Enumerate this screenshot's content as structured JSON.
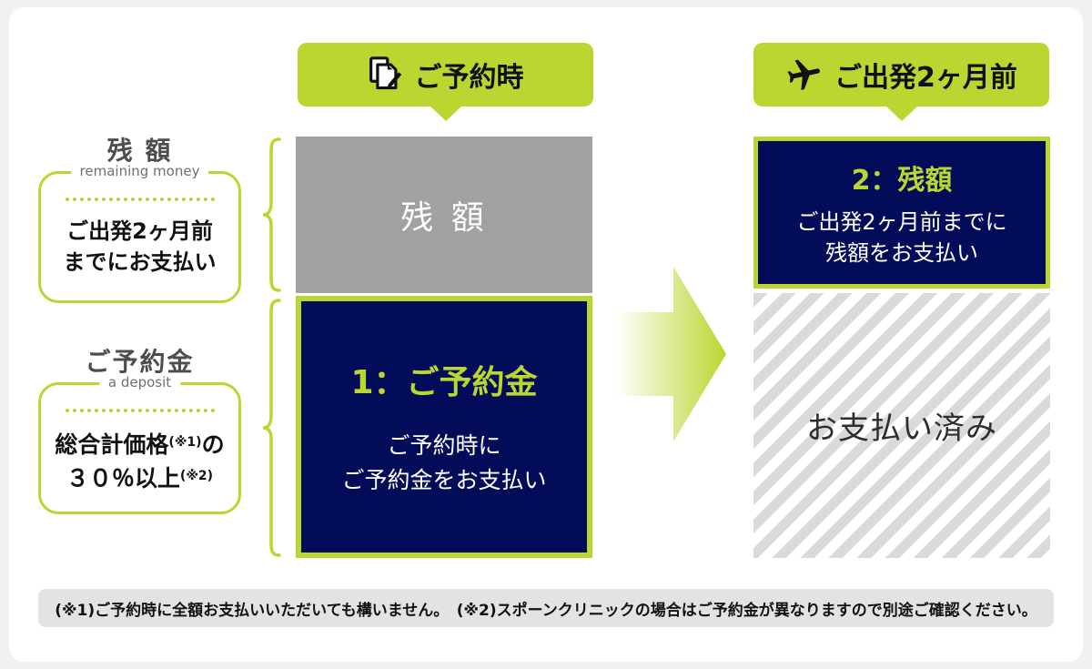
{
  "headers": {
    "booking_label": "ご予約時",
    "departure_label": "ご出発2ヶ月前"
  },
  "remaining_note": {
    "title": "残 額",
    "subtitle": "remaining money",
    "line1": "ご出発2ヶ月前",
    "line2": "までにお支払い"
  },
  "deposit_note": {
    "title": "ご予約金",
    "subtitle": "a deposit",
    "line1_main": "総合計価格",
    "line1_sup": "(※1)",
    "line1_tail": "の",
    "line2_main": "３０％以上",
    "line2_sup": "(※2)"
  },
  "booking_column": {
    "remaining_label": "残 額",
    "deposit_title": "1：ご予約金",
    "deposit_line1": "ご予約時に",
    "deposit_line2": "ご予約金をお支払い"
  },
  "departure_column": {
    "balance_title": "2：残額",
    "balance_line1": "ご出発2ヶ月前までに",
    "balance_line2": "残額をお支払い",
    "paid_label": "お支払い済み"
  },
  "footnote": "(※1)ご予約時に全額お支払いいただいても構いません。　(※2)スポーンクリニックの場合はご予約金が異なりますので別途ご確認ください。",
  "icons": {
    "booking": "document-pen-icon",
    "departure": "airplane-icon"
  },
  "colors": {
    "accent_green": "#bad630",
    "navy": "#030c58",
    "gray_bar": "#a1a1a1",
    "hatch_stripe": "#dadada",
    "footnote_bg": "#e3e3e3",
    "page_bg": "#f1f1f2"
  }
}
